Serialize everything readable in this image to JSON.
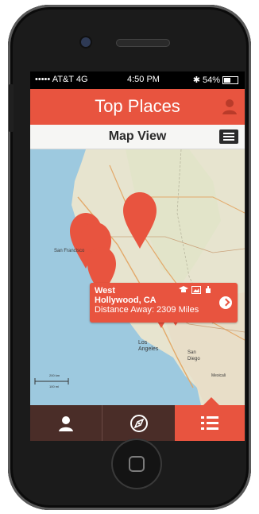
{
  "status": {
    "signal": "••••• AT&T  4G",
    "time": "4:50 PM",
    "battery": "54%"
  },
  "header": {
    "title": "Top Places",
    "subtitle": "Map View"
  },
  "callout": {
    "line1": "West",
    "line2": "Hollywood, CA",
    "line3": "Distance Away: 2309 Miles"
  },
  "map": {
    "city_labels": [
      "San Francisco",
      "Los Angeles",
      "San Diego",
      "Mexicali"
    ],
    "scale_labels": [
      "200 km",
      "100 mi"
    ]
  },
  "tabs": [
    {
      "icon": "user-icon"
    },
    {
      "icon": "compass-icon"
    },
    {
      "icon": "list-icon",
      "active": true
    }
  ],
  "colors": {
    "accent": "#e8543f",
    "tabbar": "#4a2d28"
  }
}
